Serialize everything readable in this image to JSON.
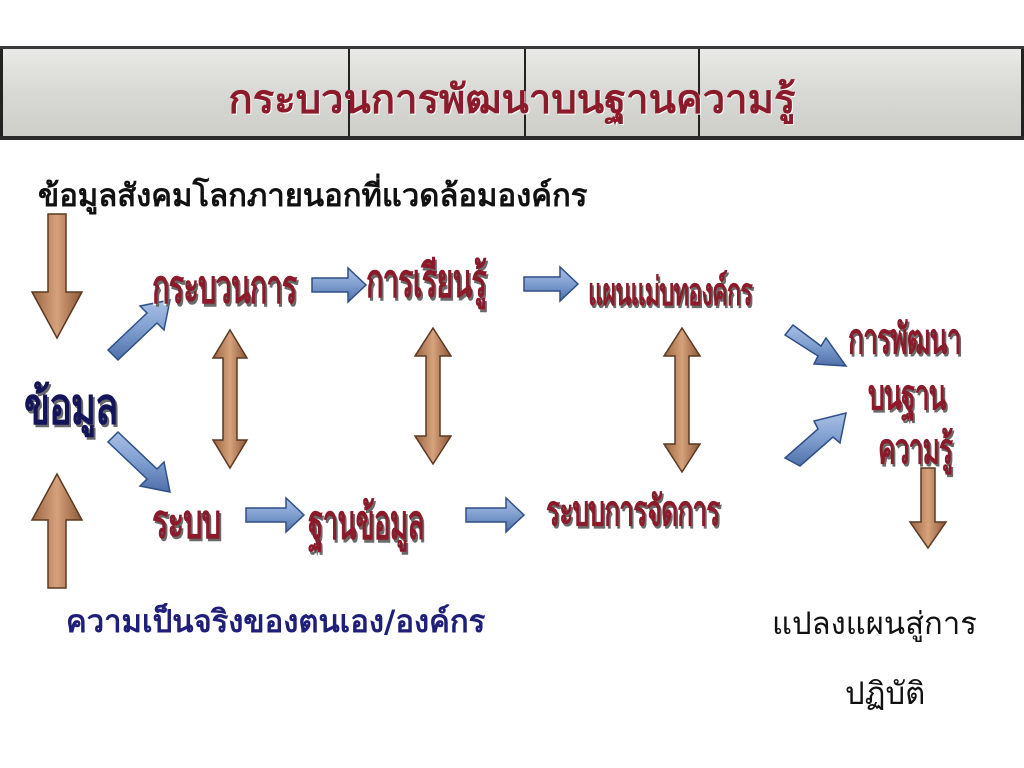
{
  "title": "กระบวนการพัฒนาบนฐานความรู้",
  "top_input": "ข้อมูลสังคมโลกภายนอกที่แวดล้อมองค์กร",
  "bottom_input": "ความเป็นจริงของตนเอง/องค์กร",
  "nodes": {
    "data": "ข้อมูล",
    "process": "กระบวนการ",
    "learning": "การเรียนรู้",
    "masterplan": "แผนแม่บทองค์กร",
    "system": "ระบบ",
    "database": "ฐานข้อมูล",
    "management": "ระบบการจัดการ",
    "dev_line1": "การพัฒนา",
    "dev_line2": "บนฐาน",
    "dev_line3": "ความรู้"
  },
  "output": {
    "line1": "แปลงแผนสู่การ",
    "line2": "ปฏิบัติ"
  },
  "colors": {
    "title": "#8b1a2a",
    "node_text": "#8b1a2a",
    "node_text_alt": "#14145a",
    "arrow_brown": "#c8906a",
    "arrow_blue": "#7f9ecf",
    "caption": "#1f1f7a"
  }
}
